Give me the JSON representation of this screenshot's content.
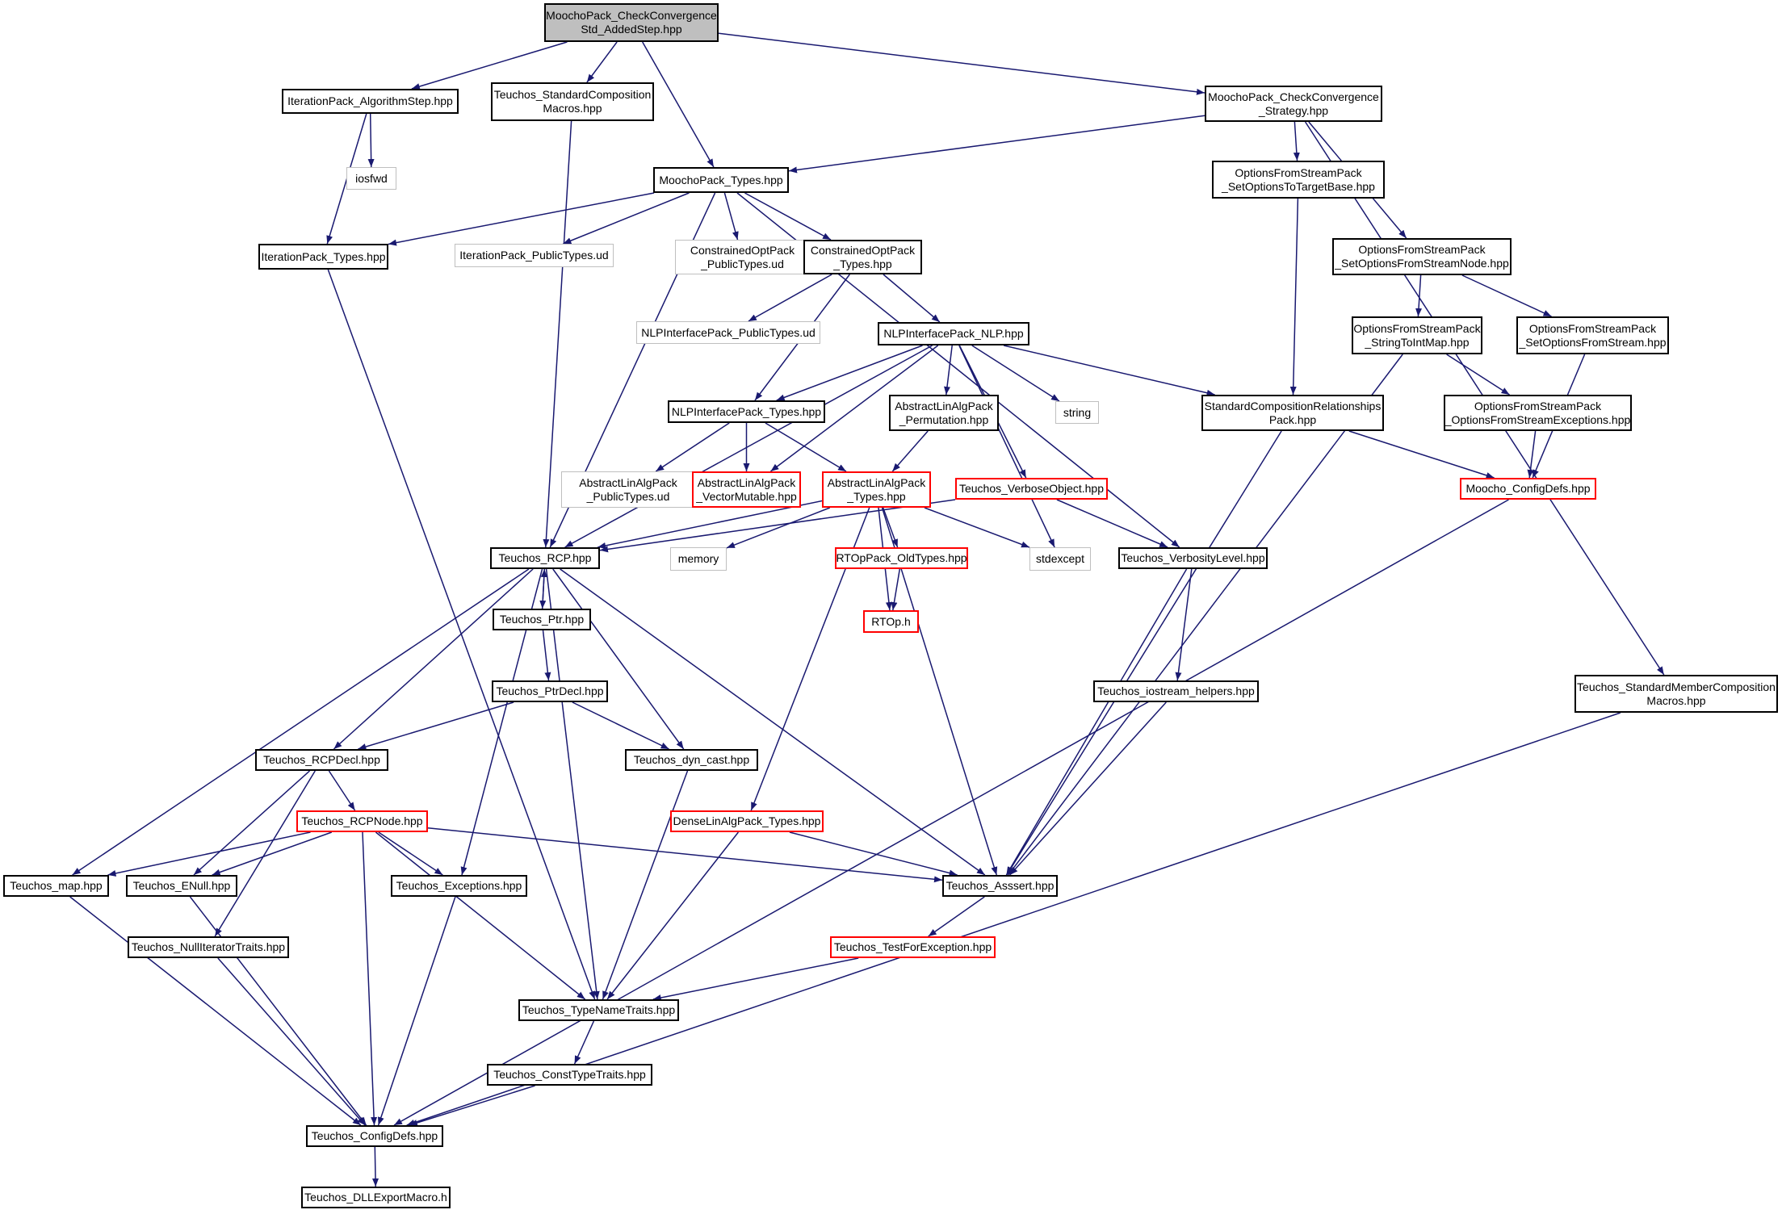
{
  "colors": {
    "edge": "#191970",
    "node_border": "#000000",
    "root_fill": "#bfbfbf",
    "external_border": "#bfbfbf",
    "truncated_border": "#ff0000",
    "background": "#ffffff"
  },
  "nodes": [
    {
      "id": "root",
      "label": "MoochoPack_CheckConvergence\nStd_AddedStep.hpp",
      "kind": "root"
    },
    {
      "id": "iterAlgStep",
      "label": "IterationPack_AlgorithmStep.hpp",
      "kind": "normal"
    },
    {
      "id": "stdCompMacros",
      "label": "Teuchos_StandardComposition\nMacros.hpp",
      "kind": "normal"
    },
    {
      "id": "checkConvStrat",
      "label": "MoochoPack_CheckConvergence\n_Strategy.hpp",
      "kind": "normal"
    },
    {
      "id": "iosfwd",
      "label": "iosfwd",
      "kind": "external"
    },
    {
      "id": "moochoTypes",
      "label": "MoochoPack_Types.hpp",
      "kind": "normal"
    },
    {
      "id": "ofsSetOptTarget",
      "label": "OptionsFromStreamPack\n_SetOptionsToTargetBase.hpp",
      "kind": "normal"
    },
    {
      "id": "iterTypes",
      "label": "IterationPack_Types.hpp",
      "kind": "normal"
    },
    {
      "id": "iterPublicUd",
      "label": "IterationPack_PublicTypes.ud",
      "kind": "external"
    },
    {
      "id": "coptPublicUd",
      "label": "ConstrainedOptPack\n_PublicTypes.ud",
      "kind": "external"
    },
    {
      "id": "coptTypes",
      "label": "ConstrainedOptPack\n_Types.hpp",
      "kind": "normal"
    },
    {
      "id": "ofsSetOptNode",
      "label": "OptionsFromStreamPack\n_SetOptionsFromStreamNode.hpp",
      "kind": "normal"
    },
    {
      "id": "nlpPublicUd",
      "label": "NLPInterfacePack_PublicTypes.ud",
      "kind": "external"
    },
    {
      "id": "nlpNLP",
      "label": "NLPInterfacePack_NLP.hpp",
      "kind": "normal"
    },
    {
      "id": "ofsStrToInt",
      "label": "OptionsFromStreamPack\n_StringToIntMap.hpp",
      "kind": "normal"
    },
    {
      "id": "ofsSetOptStream",
      "label": "OptionsFromStreamPack\n_SetOptionsFromStream.hpp",
      "kind": "normal"
    },
    {
      "id": "nlpTypes",
      "label": "NLPInterfacePack_Types.hpp",
      "kind": "normal"
    },
    {
      "id": "alapPerm",
      "label": "AbstractLinAlgPack\n_Permutation.hpp",
      "kind": "normal"
    },
    {
      "id": "string",
      "label": "string",
      "kind": "external"
    },
    {
      "id": "stdCompRel",
      "label": "StandardCompositionRelationships\nPack.hpp",
      "kind": "normal"
    },
    {
      "id": "ofsExceptions",
      "label": "OptionsFromStreamPack\n_OptionsFromStreamExceptions.hpp",
      "kind": "normal"
    },
    {
      "id": "alapPublicUd",
      "label": "AbstractLinAlgPack\n_PublicTypes.ud",
      "kind": "external"
    },
    {
      "id": "alapVecMut",
      "label": "AbstractLinAlgPack\n_VectorMutable.hpp",
      "kind": "truncated"
    },
    {
      "id": "alapTypes",
      "label": "AbstractLinAlgPack\n_Types.hpp",
      "kind": "truncated"
    },
    {
      "id": "verboseObj",
      "label": "Teuchos_VerboseObject.hpp",
      "kind": "truncated"
    },
    {
      "id": "moochoConfig",
      "label": "Moocho_ConfigDefs.hpp",
      "kind": "truncated"
    },
    {
      "id": "rcp",
      "label": "Teuchos_RCP.hpp",
      "kind": "normal"
    },
    {
      "id": "memory",
      "label": "memory",
      "kind": "external"
    },
    {
      "id": "stdexcept",
      "label": "stdexcept",
      "kind": "external"
    },
    {
      "id": "verbLevel",
      "label": "Teuchos_VerbosityLevel.hpp",
      "kind": "normal"
    },
    {
      "id": "rtopOld",
      "label": "RTOpPack_OldTypes.hpp",
      "kind": "truncated"
    },
    {
      "id": "ptr",
      "label": "Teuchos_Ptr.hpp",
      "kind": "normal"
    },
    {
      "id": "rtoph",
      "label": "RTOp.h",
      "kind": "truncated"
    },
    {
      "id": "stdMemberComp",
      "label": "Teuchos_StandardMemberComposition\nMacros.hpp",
      "kind": "normal"
    },
    {
      "id": "ptrDecl",
      "label": "Teuchos_PtrDecl.hpp",
      "kind": "normal"
    },
    {
      "id": "iostreamHelpers",
      "label": "Teuchos_iostream_helpers.hpp",
      "kind": "normal"
    },
    {
      "id": "rcpDecl",
      "label": "Teuchos_RCPDecl.hpp",
      "kind": "normal"
    },
    {
      "id": "dynCast",
      "label": "Teuchos_dyn_cast.hpp",
      "kind": "normal"
    },
    {
      "id": "rcpNode",
      "label": "Teuchos_RCPNode.hpp",
      "kind": "truncated"
    },
    {
      "id": "denseTypes",
      "label": "DenseLinAlgPack_Types.hpp",
      "kind": "truncated"
    },
    {
      "id": "map",
      "label": "Teuchos_map.hpp",
      "kind": "normal"
    },
    {
      "id": "enull",
      "label": "Teuchos_ENull.hpp",
      "kind": "normal"
    },
    {
      "id": "exceptions",
      "label": "Teuchos_Exceptions.hpp",
      "kind": "normal"
    },
    {
      "id": "asserth",
      "label": "Teuchos_Asssert.hpp",
      "kind": "normal"
    },
    {
      "id": "nullIter",
      "label": "Teuchos_NullIteratorTraits.hpp",
      "kind": "normal"
    },
    {
      "id": "testForExc",
      "label": "Teuchos_TestForException.hpp",
      "kind": "truncated"
    },
    {
      "id": "typeName",
      "label": "Teuchos_TypeNameTraits.hpp",
      "kind": "normal"
    },
    {
      "id": "constType",
      "label": "Teuchos_ConstTypeTraits.hpp",
      "kind": "normal"
    },
    {
      "id": "configDefs",
      "label": "Teuchos_ConfigDefs.hpp",
      "kind": "normal"
    },
    {
      "id": "dllExport",
      "label": "Teuchos_DLLExportMacro.h",
      "kind": "normal"
    }
  ],
  "edges": [
    [
      "root",
      "iterAlgStep"
    ],
    [
      "root",
      "stdCompMacros"
    ],
    [
      "root",
      "moochoTypes"
    ],
    [
      "root",
      "checkConvStrat"
    ],
    [
      "iterAlgStep",
      "iterTypes"
    ],
    [
      "iterAlgStep",
      "iosfwd"
    ],
    [
      "stdCompMacros",
      "rcp"
    ],
    [
      "checkConvStrat",
      "moochoTypes"
    ],
    [
      "checkConvStrat",
      "ofsSetOptTarget"
    ],
    [
      "checkConvStrat",
      "ofsSetOptNode"
    ],
    [
      "checkConvStrat",
      "stdMemberComp"
    ],
    [
      "moochoTypes",
      "iterTypes"
    ],
    [
      "moochoTypes",
      "iterPublicUd"
    ],
    [
      "moochoTypes",
      "coptPublicUd"
    ],
    [
      "moochoTypes",
      "coptTypes"
    ],
    [
      "moochoTypes",
      "rcp"
    ],
    [
      "moochoTypes",
      "verbLevel"
    ],
    [
      "iterTypes",
      "typeName"
    ],
    [
      "coptTypes",
      "nlpPublicUd"
    ],
    [
      "coptTypes",
      "nlpNLP"
    ],
    [
      "coptTypes",
      "nlpTypes"
    ],
    [
      "ofsSetOptTarget",
      "stdCompRel"
    ],
    [
      "ofsSetOptNode",
      "ofsStrToInt"
    ],
    [
      "ofsSetOptNode",
      "ofsSetOptStream"
    ],
    [
      "ofsStrToInt",
      "ofsExceptions"
    ],
    [
      "ofsStrToInt",
      "asserth"
    ],
    [
      "ofsSetOptStream",
      "moochoConfig"
    ],
    [
      "ofsExceptions",
      "moochoConfig"
    ],
    [
      "nlpNLP",
      "nlpTypes"
    ],
    [
      "nlpNLP",
      "alapVecMut"
    ],
    [
      "nlpNLP",
      "alapPerm"
    ],
    [
      "nlpNLP",
      "string"
    ],
    [
      "nlpNLP",
      "stdCompRel"
    ],
    [
      "nlpNLP",
      "verboseObj"
    ],
    [
      "nlpNLP",
      "stdexcept"
    ],
    [
      "nlpNLP",
      "rcp"
    ],
    [
      "nlpTypes",
      "alapPublicUd"
    ],
    [
      "nlpTypes",
      "alapVecMut"
    ],
    [
      "nlpTypes",
      "alapTypes"
    ],
    [
      "alapPerm",
      "alapTypes"
    ],
    [
      "stdCompRel",
      "moochoConfig"
    ],
    [
      "stdCompRel",
      "asserth"
    ],
    [
      "alapTypes",
      "rcp"
    ],
    [
      "alapTypes",
      "memory"
    ],
    [
      "alapTypes",
      "stdexcept"
    ],
    [
      "alapTypes",
      "rtopOld"
    ],
    [
      "alapTypes",
      "rtoph"
    ],
    [
      "alapTypes",
      "denseTypes"
    ],
    [
      "alapTypes",
      "asserth"
    ],
    [
      "verboseObj",
      "rcp"
    ],
    [
      "verboseObj",
      "verbLevel"
    ],
    [
      "moochoConfig",
      "configDefs"
    ],
    [
      "rcp",
      "ptr"
    ],
    [
      "rcp",
      "map"
    ],
    [
      "rcp",
      "rcpDecl"
    ],
    [
      "rcp",
      "exceptions"
    ],
    [
      "rcp",
      "typeName"
    ],
    [
      "rcp",
      "dynCast"
    ],
    [
      "rcp",
      "asserth"
    ],
    [
      "ptr",
      "rcp"
    ],
    [
      "ptr",
      "ptrDecl"
    ],
    [
      "rtopOld",
      "rtoph"
    ],
    [
      "verbLevel",
      "iostreamHelpers"
    ],
    [
      "verbLevel",
      "asserth"
    ],
    [
      "iostreamHelpers",
      "asserth"
    ],
    [
      "stdMemberComp",
      "configDefs"
    ],
    [
      "ptrDecl",
      "rcpDecl"
    ],
    [
      "ptrDecl",
      "dynCast"
    ],
    [
      "rcpDecl",
      "rcpNode"
    ],
    [
      "rcpDecl",
      "enull"
    ],
    [
      "rcpDecl",
      "nullIter"
    ],
    [
      "dynCast",
      "typeName"
    ],
    [
      "rcpNode",
      "map"
    ],
    [
      "rcpNode",
      "enull"
    ],
    [
      "rcpNode",
      "exceptions"
    ],
    [
      "rcpNode",
      "asserth"
    ],
    [
      "rcpNode",
      "typeName"
    ],
    [
      "rcpNode",
      "configDefs"
    ],
    [
      "denseTypes",
      "asserth"
    ],
    [
      "denseTypes",
      "typeName"
    ],
    [
      "map",
      "configDefs"
    ],
    [
      "enull",
      "configDefs"
    ],
    [
      "exceptions",
      "configDefs"
    ],
    [
      "nullIter",
      "configDefs"
    ],
    [
      "asserth",
      "testForExc"
    ],
    [
      "testForExc",
      "typeName"
    ],
    [
      "typeName",
      "constType"
    ],
    [
      "constType",
      "configDefs"
    ],
    [
      "configDefs",
      "dllExport"
    ]
  ]
}
